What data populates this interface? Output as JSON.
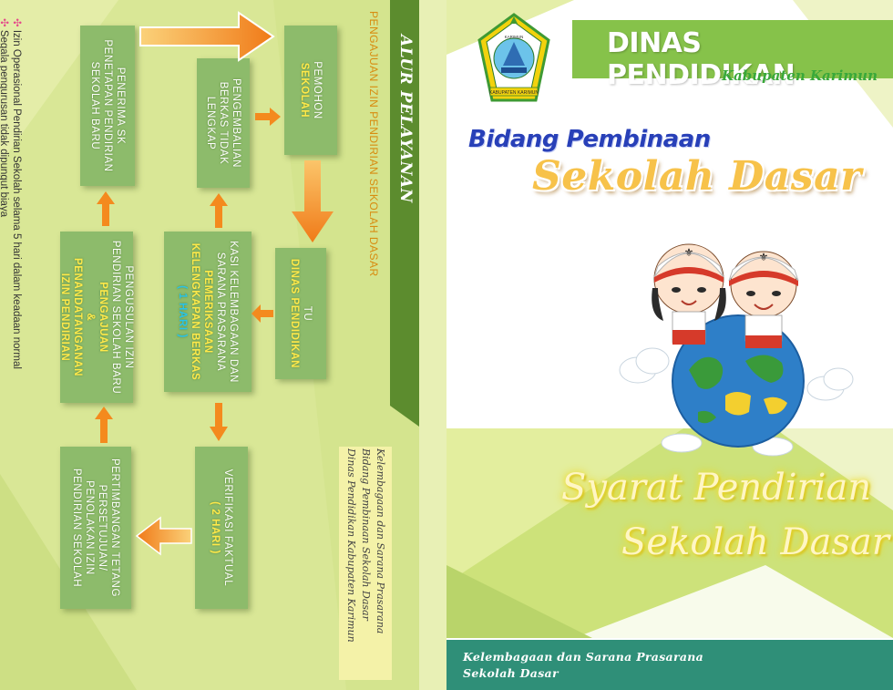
{
  "left": {
    "title": "ALUR PELAYANAN",
    "subtitle": "PENGAJUAN IZIN PENDIRIAN SEKOLAH DASAR",
    "boxes": {
      "pemohon": {
        "line1": "PEMOHON",
        "line2": "SEKOLAH"
      },
      "pengembalian": {
        "line1": "PENGEMBALIAN",
        "line2": "BERKAS TIDAK",
        "line3": "LENGKAP"
      },
      "penerima": {
        "line1": "PENERIMA SK",
        "line2": "PENETAPAN PENDIRIAN",
        "line3": "SEKOLAH BARU"
      },
      "tu": {
        "line1": "TU",
        "line2": "DINAS PENDIDIKAN"
      },
      "kasi": {
        "line1": "KASI KELEMBAGAAN DAN",
        "line2": "SARANA PRASARANA",
        "line3": "PEMERIKSAAN",
        "line4": "KELENGKAPAN BERKAS",
        "line5": "( 1 HARI )"
      },
      "pengusulan": {
        "line1": "PENGUSULAN IZIN",
        "line2": "PENDIRIAN SEKOLAH BARU",
        "line3": "PENGAJUAN",
        "line4": "&",
        "line5": "PENANDATANGANAN",
        "line6": "IZIN PENDIRIAN"
      },
      "verifikasi": {
        "line1": "VERIFIKASI FAKTUAL",
        "line2": "( 2 HARI )"
      },
      "pertimbangan": {
        "line1": "PERTIMBANGAN TETANG",
        "line2": "PERSETUJUAN/",
        "line3": "PENOLAKAN IZIN",
        "line4": "PENDIRIAN SEKOLAH"
      }
    },
    "notes": {
      "n1": "Izin Operasional Pendirian Sekolah selama 5 hari dalam keadaan normal",
      "n2": "Segala pengurusan tidak dipungut biaya"
    },
    "credit": {
      "c1": "Kelembagaan dan Sarana Prasarana",
      "c2": "Bidang Pembinaan Sekolah Dasar",
      "c3": "Dinas Pendidikan Kabupaten Karimun"
    }
  },
  "right": {
    "logo_text_top": "KARIMUN",
    "logo_text_bottom": "KABUPATEN KARIMUN",
    "dinas": "DINAS PENDIDIKAN",
    "kabupaten": "Kabupaten Karimun",
    "bidang": "Bidang Pembinaan",
    "sekolah_dasar": "Sekolah Dasar",
    "syarat_line1": "Syarat Pendirian",
    "syarat_line2": "Sekolah Dasar",
    "footer_line1": "Kelembagaan dan Sarana Prasarana",
    "footer_line2": "Sekolah Dasar"
  },
  "colors": {
    "left_bg": "#d9e796",
    "box_green": "#8dbb6b",
    "arrow_orange": "#f48a1e",
    "header_green": "#86c24a",
    "footer_teal": "#2f8f78",
    "title_blue": "#2840b8",
    "sd_yellow": "#f7c24a"
  }
}
